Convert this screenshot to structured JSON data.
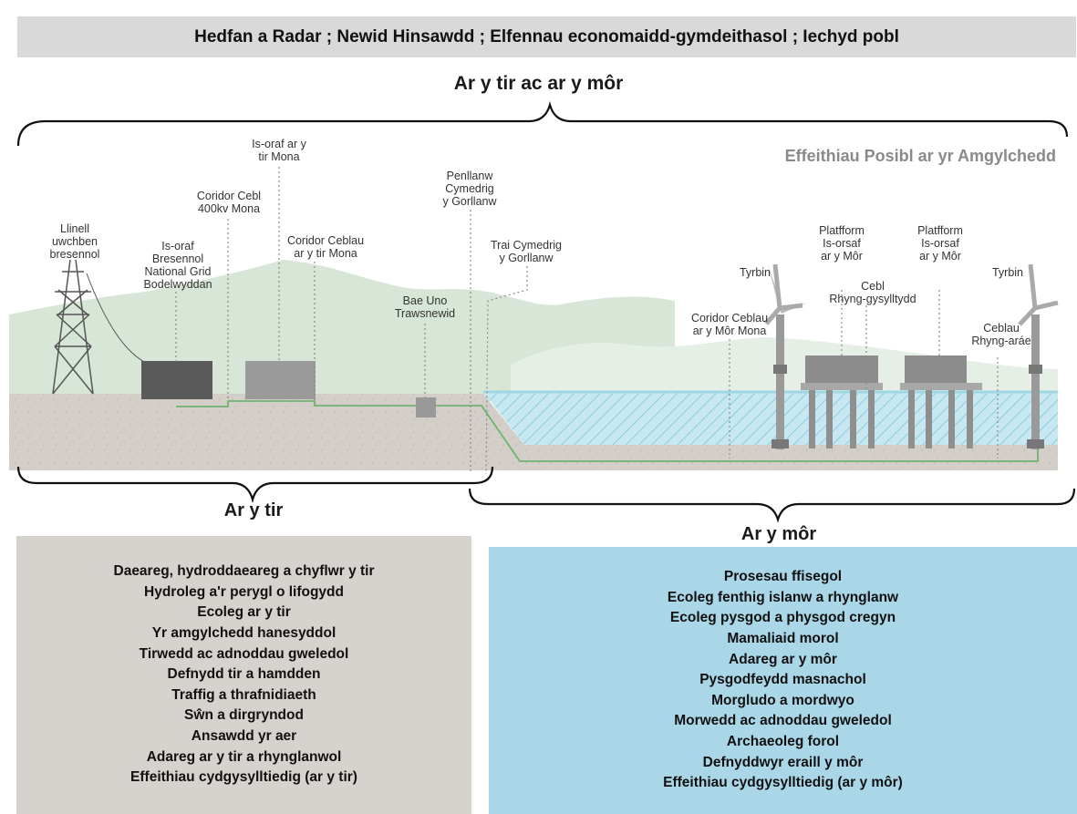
{
  "top_banner": "Hedfan a Radar ; Newid Hinsawdd ; Elfennau economaidd-gymdeithasol ; Iechyd pobl",
  "headings": {
    "land_and_sea": "Ar y tir ac ar y môr",
    "land": "Ar y tir",
    "sea": "Ar y môr",
    "effects": "Effeithiau Posibl ar yr Amgylchedd"
  },
  "scene_labels": {
    "overhead_line": "Llinell\nuwchben\nbresennol",
    "existing_substation": "Is-oraf\nBresennol\nNational Grid\nBodelwyddan",
    "cable_corridor_400kv": "Coridor Cebl\n400kv Mona",
    "onshore_substation": "Is-oraf ar y\ntir Mona",
    "onshore_cable_corridor": "Coridor Ceblau\nar y tir Mona",
    "transition_bay": "Bae Uno\nTrawsnewid",
    "mean_high_water": "Penllanw\nCymedrig\ny Gorllanw",
    "mean_low_water": "Trai Cymedrig\ny Gorllanw",
    "offshore_cable_corridor": "Coridor Ceblau\nar y Môr Mona",
    "turbine_left": "Tyrbin",
    "platform_1": "Platfform\nIs-orsaf\nar y Môr",
    "interconnector": "Cebl\nRhyng-gysylltydd",
    "platform_2": "Platfform\nIs-orsaf\nar y Môr",
    "turbine_right": "Tyrbin",
    "array_cables": "Ceblau\nRhyng-aráe"
  },
  "onshore_effects": [
    "Daeareg, hydroddaeareg a chyflwr y tir",
    "Hydroleg a'r perygl o lifogydd",
    "Ecoleg ar y tir",
    "Yr amgylchedd hanesyddol",
    "Tirwedd ac adnoddau gweledol",
    "Defnydd tir a hamdden",
    "Traffig a thrafnidiaeth",
    "Sŵn a dirgryndod",
    "Ansawdd yr aer",
    "Adareg ar y tir a rhynglanwol",
    "Effeithiau cydgysylltiedig (ar y tir)"
  ],
  "offshore_effects": [
    "Prosesau ffisegol",
    "Ecoleg fenthig islanw a rhynglanw",
    "Ecoleg pysgod a physgod cregyn",
    "Mamaliaid morol",
    "Adareg ar y môr",
    "Pysgodfeydd masnachol",
    "Morgludo a mordwyo",
    "Morwedd ac adnoddau gweledol",
    "Archaeoleg forol",
    "Defnyddwyr eraill y môr",
    "Effeithiau cydgysylltiedig (ar y môr)"
  ],
  "colors": {
    "ground": "#d3cfc8",
    "hills": "#d7e6d6",
    "sea": "#c7e8f1",
    "cable": "#6fb36f",
    "land_box": "#d6d2cd",
    "sea_box": "#aad7e8"
  }
}
